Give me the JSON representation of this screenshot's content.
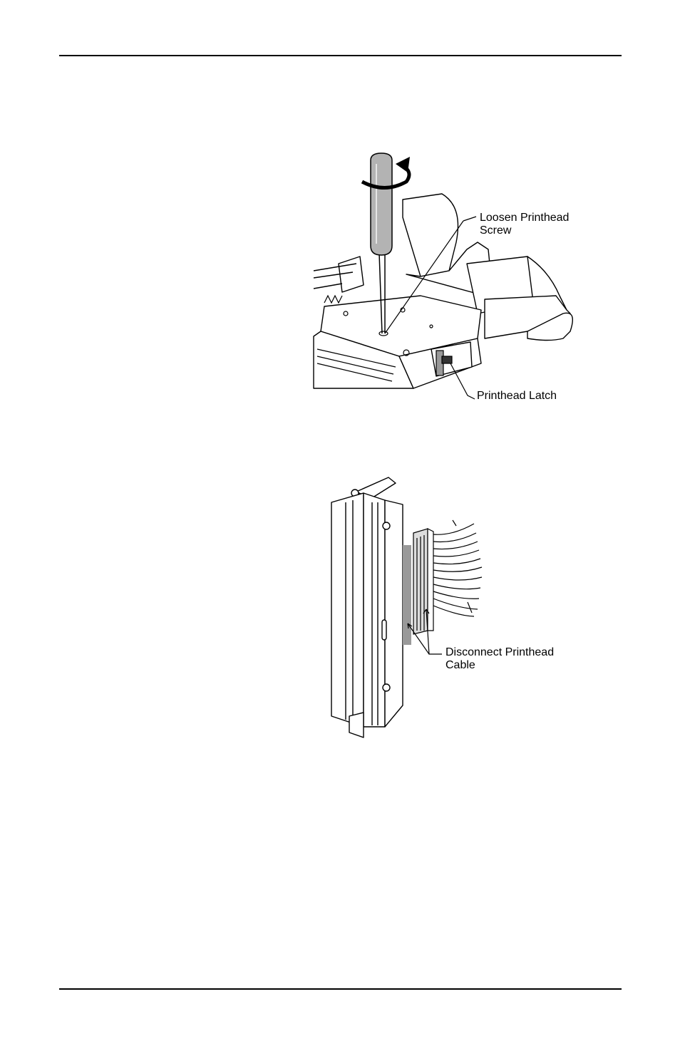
{
  "figure1": {
    "callouts": {
      "screw": {
        "line1": "Loosen Printhead",
        "line2": "Screw"
      },
      "latch": {
        "line1": "Printhead Latch"
      }
    }
  },
  "figure2": {
    "callouts": {
      "cable": {
        "line1": "Disconnect Printhead",
        "line2": "Cable"
      }
    }
  },
  "icons": [
    "screwdriver-icon",
    "rotation-arrow-icon",
    "printer-mechanism-icon",
    "printhead-icon",
    "ribbon-cable-icon"
  ]
}
